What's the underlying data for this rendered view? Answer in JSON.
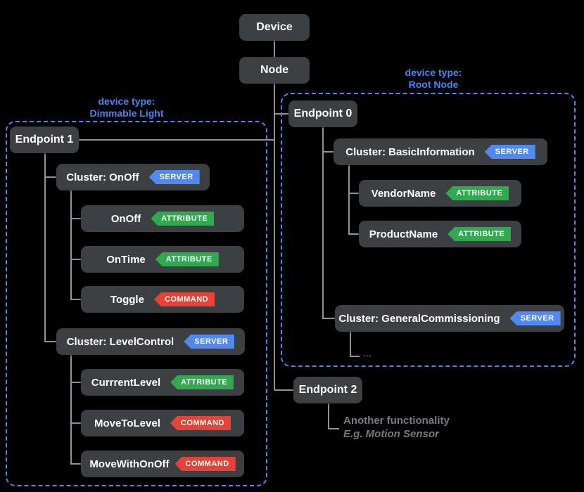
{
  "root": {
    "device": "Device",
    "node": "Node"
  },
  "left_group": {
    "type_label": "device type:",
    "type_name": "Dimmable Light",
    "endpoint": "Endpoint 1",
    "clusters": [
      {
        "label": "Cluster: OnOff",
        "badge": "SERVER",
        "children": [
          {
            "label": "OnOff",
            "badge": "ATTRIBUTE"
          },
          {
            "label": "OnTime",
            "badge": "ATTRIBUTE"
          },
          {
            "label": "Toggle",
            "badge": "COMMAND"
          }
        ]
      },
      {
        "label": "Cluster: LevelControl",
        "badge": "SERVER",
        "children": [
          {
            "label": "CurrrentLevel",
            "badge": "ATTRIBUTE"
          },
          {
            "label": "MoveToLevel",
            "badge": "COMMAND"
          },
          {
            "label": "MoveWithOnOff",
            "badge": "COMMAND"
          }
        ]
      }
    ]
  },
  "right_group": {
    "type_label": "device type:",
    "type_name": "Root Node",
    "endpoint": "Endpoint 0",
    "clusters": [
      {
        "label": "Cluster: BasicInformation",
        "badge": "SERVER",
        "children": [
          {
            "label": "VendorName",
            "badge": "ATTRIBUTE"
          },
          {
            "label": "ProductName",
            "badge": "ATTRIBUTE"
          }
        ]
      },
      {
        "label": "Cluster: GeneralCommissioning",
        "badge": "SERVER"
      }
    ],
    "ellipsis": "..."
  },
  "endpoint2": {
    "label": "Endpoint 2",
    "note_line1": "Another functionality",
    "note_line2": "E.g. Motion Sensor"
  },
  "colors": {
    "background": "#000000",
    "box_bg": "#3c4043",
    "badge_server": "#5089f2",
    "badge_attribute": "#31a94f",
    "badge_command": "#e84135",
    "accent_blue": "#4285f4",
    "dashed_border": "#4f87f2",
    "connector": "#8e9398"
  }
}
